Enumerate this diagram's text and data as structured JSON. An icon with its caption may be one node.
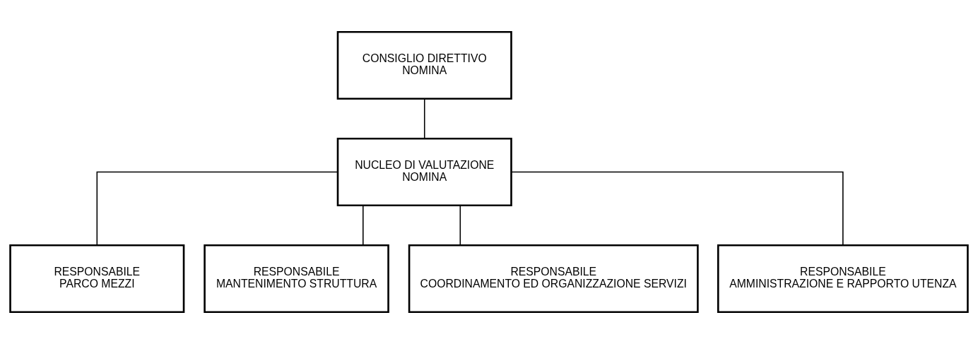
{
  "diagram": {
    "nodes": [
      {
        "text": [
          "CONSIGLIO DIRETTIVO",
          "NOMINA"
        ]
      },
      {
        "text": [
          "NUCLEO DI VALUTAZIONE",
          "NOMINA"
        ]
      },
      {
        "text": [
          "RESPONSABILE",
          "PARCO MEZZI"
        ]
      },
      {
        "text": [
          "RESPONSABILE",
          "MANTENIMENTO STRUTTURA"
        ]
      },
      {
        "text": [
          "RESPONSABILE",
          "COORDINAMENTO ED ORGANIZZAZIONE SERVIZI"
        ]
      },
      {
        "text": [
          "RESPONSABILE",
          "AMMINISTRAZIONE E RAPPORTO UTENZA"
        ]
      }
    ],
    "edges": [
      {
        "from": 0,
        "to": 1,
        "arrow": "none"
      },
      {
        "from": 1,
        "to": 2,
        "arrow": "none"
      },
      {
        "from": 1,
        "to": 3,
        "arrow": "none"
      },
      {
        "from": 1,
        "to": 4,
        "arrow": "none"
      },
      {
        "from": 1,
        "to": 5,
        "arrow": "none"
      }
    ]
  }
}
